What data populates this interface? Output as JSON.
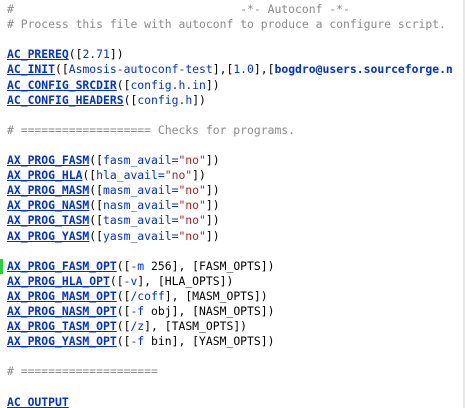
{
  "editor": {
    "lines": [
      {
        "id": "l1",
        "tokens": [
          {
            "t": "comment",
            "v": "#                                 -*- Autoconf -*-"
          }
        ]
      },
      {
        "id": "l2",
        "tokens": [
          {
            "t": "comment",
            "v": "# Process this file with autoconf to produce a configure script."
          }
        ]
      },
      {
        "id": "l3",
        "tokens": []
      },
      {
        "id": "l4",
        "tokens": [
          {
            "t": "macro",
            "v": "AC_PREREQ"
          },
          {
            "t": "punct",
            "v": "(["
          },
          {
            "t": "arg",
            "v": "2.71"
          },
          {
            "t": "punct",
            "v": "])"
          }
        ]
      },
      {
        "id": "l5",
        "tokens": [
          {
            "t": "macro",
            "v": "AC_INIT"
          },
          {
            "t": "punct",
            "v": "(["
          },
          {
            "t": "arg",
            "v": "Asmosis-autoconf-test"
          },
          {
            "t": "punct",
            "v": "],["
          },
          {
            "t": "arg",
            "v": "1.0"
          },
          {
            "t": "punct",
            "v": "],["
          },
          {
            "t": "link",
            "v": "bogdro@users.sourceforge.n"
          }
        ]
      },
      {
        "id": "l6",
        "tokens": [
          {
            "t": "macro",
            "v": "AC_CONFIG_SRCDIR"
          },
          {
            "t": "punct",
            "v": "(["
          },
          {
            "t": "arg",
            "v": "config.h.in"
          },
          {
            "t": "punct",
            "v": "])"
          }
        ]
      },
      {
        "id": "l7",
        "tokens": [
          {
            "t": "macro",
            "v": "AC_CONFIG_HEADERS"
          },
          {
            "t": "punct",
            "v": "(["
          },
          {
            "t": "arg",
            "v": "config.h"
          },
          {
            "t": "punct",
            "v": "])"
          }
        ]
      },
      {
        "id": "l8",
        "tokens": []
      },
      {
        "id": "l9",
        "tokens": [
          {
            "t": "comment",
            "v": "# =================== Checks for programs."
          }
        ]
      },
      {
        "id": "l10",
        "tokens": []
      },
      {
        "id": "l11",
        "tokens": [
          {
            "t": "macro",
            "v": "AX_PROG_FASM"
          },
          {
            "t": "punct",
            "v": "(["
          },
          {
            "t": "arg",
            "v": "fasm_avail="
          },
          {
            "t": "string",
            "v": "\"no\""
          },
          {
            "t": "punct",
            "v": "])"
          }
        ]
      },
      {
        "id": "l12",
        "tokens": [
          {
            "t": "macro",
            "v": "AX_PROG_HLA"
          },
          {
            "t": "punct",
            "v": "(["
          },
          {
            "t": "arg",
            "v": "hla_avail="
          },
          {
            "t": "string",
            "v": "\"no\""
          },
          {
            "t": "punct",
            "v": "])"
          }
        ]
      },
      {
        "id": "l13",
        "tokens": [
          {
            "t": "macro",
            "v": "AX_PROG_MASM"
          },
          {
            "t": "punct",
            "v": "(["
          },
          {
            "t": "arg",
            "v": "masm_avail="
          },
          {
            "t": "string",
            "v": "\"no\""
          },
          {
            "t": "punct",
            "v": "])"
          }
        ]
      },
      {
        "id": "l14",
        "tokens": [
          {
            "t": "macro",
            "v": "AX_PROG_NASM"
          },
          {
            "t": "punct",
            "v": "(["
          },
          {
            "t": "arg",
            "v": "nasm_avail="
          },
          {
            "t": "string",
            "v": "\"no\""
          },
          {
            "t": "punct",
            "v": "])"
          }
        ]
      },
      {
        "id": "l15",
        "tokens": [
          {
            "t": "macro",
            "v": "AX_PROG_TASM"
          },
          {
            "t": "punct",
            "v": "(["
          },
          {
            "t": "arg",
            "v": "tasm_avail="
          },
          {
            "t": "string",
            "v": "\"no\""
          },
          {
            "t": "punct",
            "v": "])"
          }
        ]
      },
      {
        "id": "l16",
        "tokens": [
          {
            "t": "macro",
            "v": "AX_PROG_YASM"
          },
          {
            "t": "punct",
            "v": "(["
          },
          {
            "t": "arg",
            "v": "yasm_avail="
          },
          {
            "t": "string",
            "v": "\"no\""
          },
          {
            "t": "punct",
            "v": "])"
          }
        ]
      },
      {
        "id": "l17",
        "tokens": []
      },
      {
        "id": "l18",
        "tokens": [
          {
            "t": "macro",
            "v": "AX_PROG_FASM_OPT"
          },
          {
            "t": "punct",
            "v": "(["
          },
          {
            "t": "arg",
            "v": "-m"
          },
          {
            "t": "punct",
            "v": " 256], [FASM_OPTS])"
          }
        ]
      },
      {
        "id": "l19",
        "tokens": [
          {
            "t": "macro",
            "v": "AX_PROG_HLA_OPT"
          },
          {
            "t": "punct",
            "v": "(["
          },
          {
            "t": "arg",
            "v": "-v"
          },
          {
            "t": "punct",
            "v": "], [HLA_OPTS])"
          }
        ]
      },
      {
        "id": "l20",
        "tokens": [
          {
            "t": "macro",
            "v": "AX_PROG_MASM_OPT"
          },
          {
            "t": "punct",
            "v": "(["
          },
          {
            "t": "arg",
            "v": "/coff"
          },
          {
            "t": "punct",
            "v": "], [MASM_OPTS])"
          }
        ]
      },
      {
        "id": "l21",
        "tokens": [
          {
            "t": "macro",
            "v": "AX_PROG_NASM_OPT"
          },
          {
            "t": "punct",
            "v": "(["
          },
          {
            "t": "arg",
            "v": "-f"
          },
          {
            "t": "punct",
            "v": " obj], [NASM_OPTS])"
          }
        ]
      },
      {
        "id": "l22",
        "tokens": [
          {
            "t": "macro",
            "v": "AX_PROG_TASM_OPT"
          },
          {
            "t": "punct",
            "v": "(["
          },
          {
            "t": "arg",
            "v": "/z"
          },
          {
            "t": "punct",
            "v": "], [TASM_OPTS])"
          }
        ]
      },
      {
        "id": "l23",
        "tokens": [
          {
            "t": "macro",
            "v": "AX_PROG_YASM_OPT"
          },
          {
            "t": "punct",
            "v": "(["
          },
          {
            "t": "arg",
            "v": "-f"
          },
          {
            "t": "punct",
            "v": " bin], [YASM_OPTS])"
          }
        ]
      },
      {
        "id": "l24",
        "tokens": []
      },
      {
        "id": "l25",
        "tokens": [
          {
            "t": "comment",
            "v": "# ===================="
          }
        ]
      },
      {
        "id": "l26",
        "tokens": []
      },
      {
        "id": "l27",
        "tokens": [
          {
            "t": "macro",
            "v": "AC_OUTPUT"
          }
        ]
      }
    ],
    "changed_line": "l18",
    "colors": {
      "comment": "#8a8a8a",
      "macro": "#0033cc",
      "string": "#b02020",
      "change_marker": "#2ecc40"
    }
  }
}
